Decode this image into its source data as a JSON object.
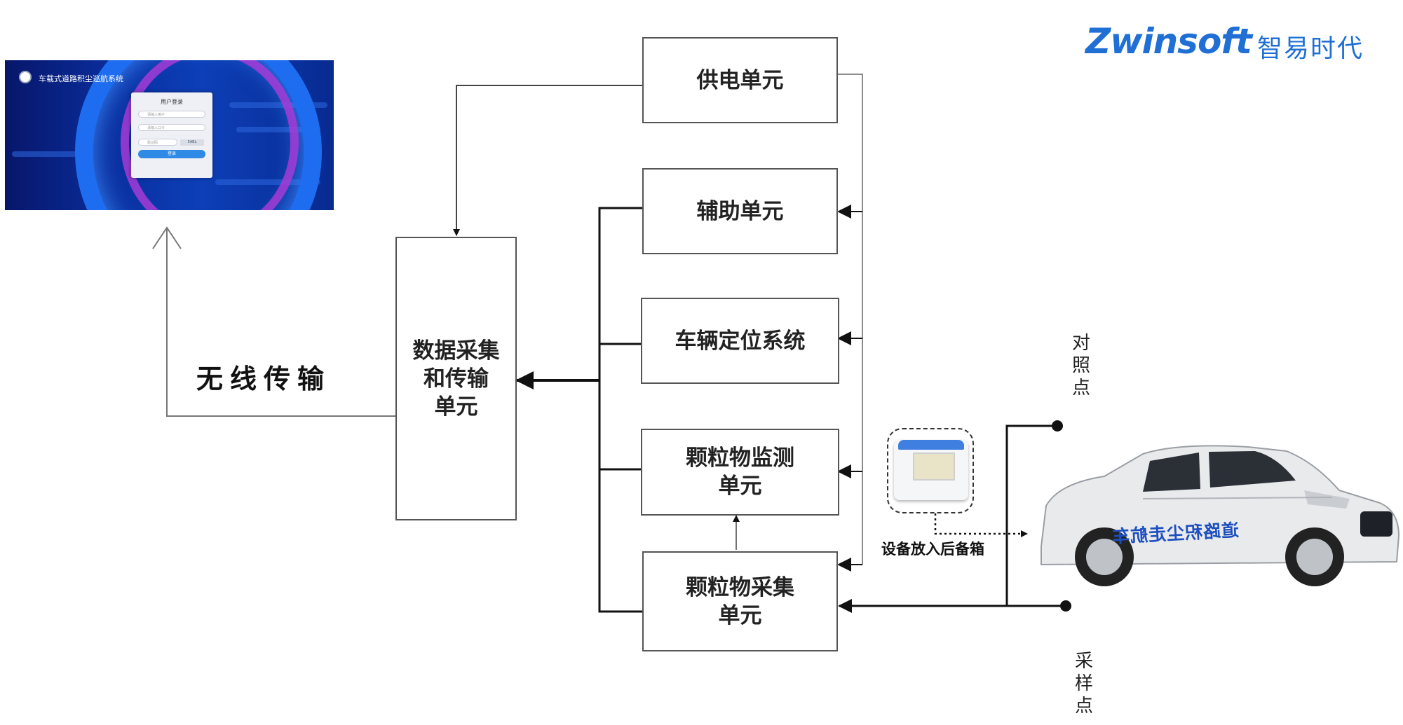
{
  "brand": {
    "logo_text": "Zwinsoft",
    "name_zh": "智易时代"
  },
  "login_screenshot": {
    "system_title": "车载式道路积尘巡航系统",
    "card_title": "用户登录",
    "username_placeholder": "请输入用户",
    "password_placeholder": "请输入口令",
    "captcha_placeholder": "验证码",
    "captcha_text": "5ABL",
    "login_button": "登录"
  },
  "wireless_label": "无线传输",
  "boxes": {
    "data_unit": "数据采集\n和传输\n单元",
    "power_unit": "供电单元",
    "aux_unit": "辅助单元",
    "positioning": "车辆定位系统",
    "particle_monitor": "颗粒物监测\n单元",
    "particle_sampler": "颗粒物采集\n单元"
  },
  "points": {
    "reference": "对\n照\n点",
    "sampling": "采\n样\n点"
  },
  "storage_label": "设备放入后备箱",
  "car_text": "道路积尘走航车"
}
